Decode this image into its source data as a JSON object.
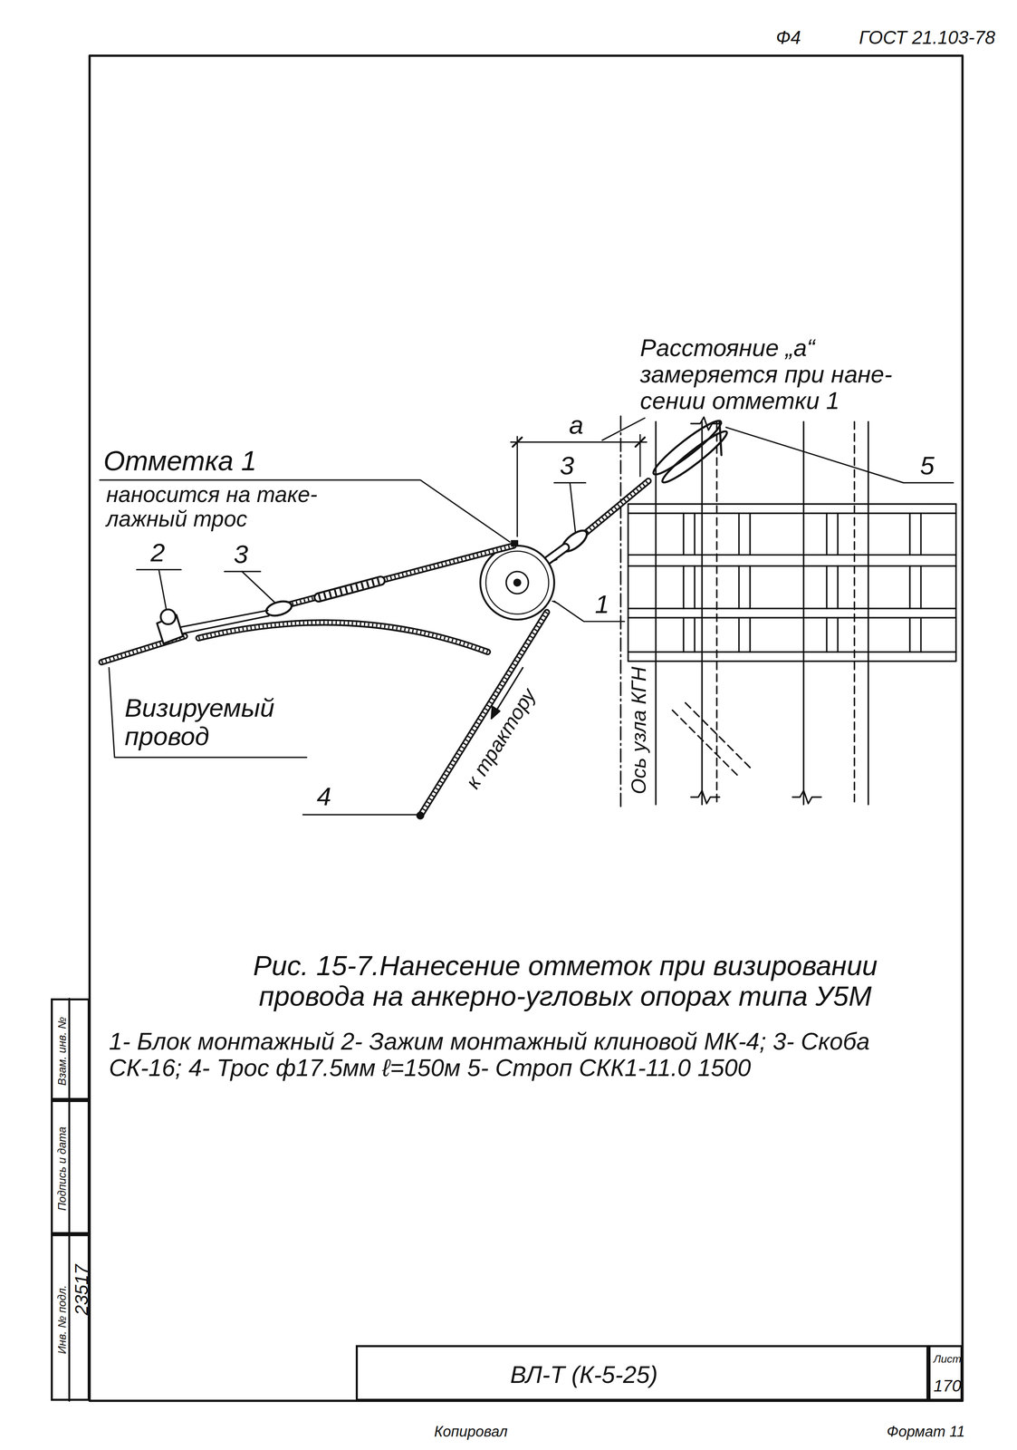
{
  "diagram": {
    "caption": "Рис. 15-7.Нанесение отметок при визировании провода на анкерно-угловых опорах типа У5М",
    "nodes": [
      {
        "text": [
          "Взам. инв. №"
        ]
      },
      {
        "text": [
          "Подпись и дата"
        ]
      },
      {
        "text": [
          "Инв. № подл.",
          "23517"
        ]
      },
      {
        "text": [
          "ВЛ-Т (К-5-25)"
        ]
      },
      {
        "text": [
          "Лист",
          "170"
        ]
      }
    ],
    "labels": [
      "Ф4",
      "ГОСТ 21.103-78",
      "Расстояние „а“ замеряется при нане- сении отметки 1",
      "а",
      "3",
      "5",
      "Отметка 1",
      "наносится на таке- лажный трос",
      "2",
      "3",
      "1",
      "Визируемый провод",
      "4",
      "к трактору",
      "Ось узла КГН",
      "1- Блок монтажный 2- Зажим монтажный клиновой МК-4; 3- Скоба СК-16; 4- Трос ф17.5мм ℓ=150м 5- Строп СКК1-11.0 1500",
      "Копировал",
      "Формат 11"
    ]
  }
}
